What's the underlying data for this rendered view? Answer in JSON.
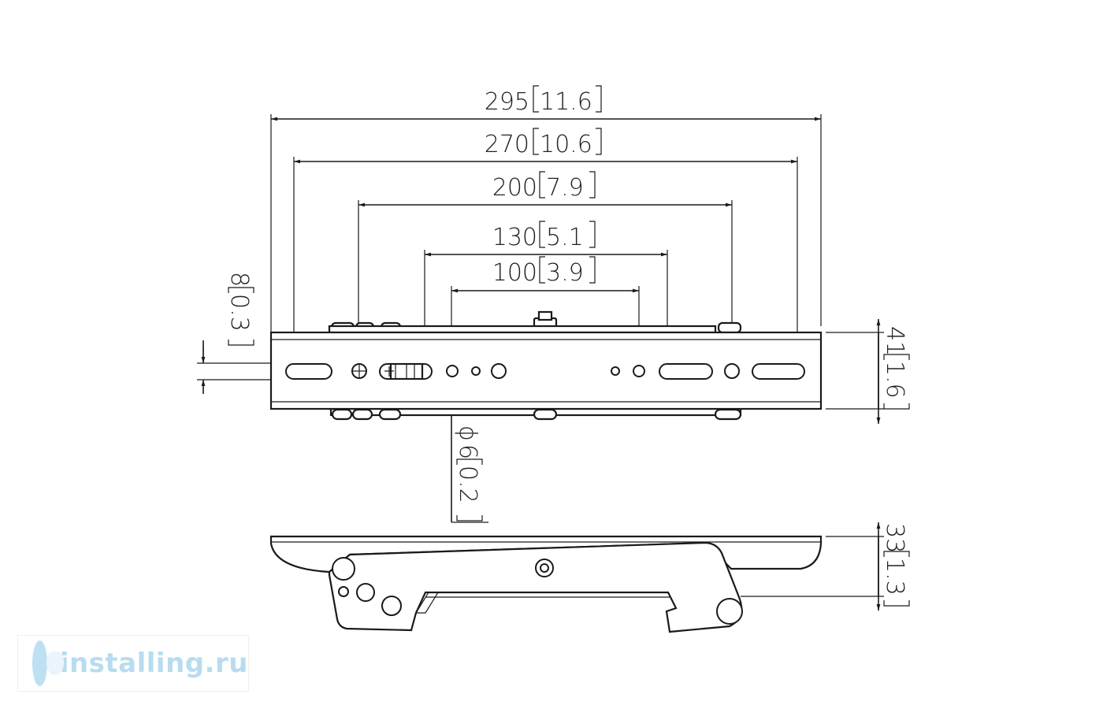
{
  "dimensions": {
    "d295": {
      "value": "295",
      "inch": "11.6"
    },
    "d270": {
      "value": "270",
      "inch": "10.6"
    },
    "d200": {
      "value": "200",
      "inch": "7.9"
    },
    "d130": {
      "value": "130",
      "inch": "5.1"
    },
    "d100": {
      "value": "100",
      "inch": "3.9"
    },
    "slot": {
      "value": "8",
      "inch": "0.3"
    },
    "height": {
      "value": "41",
      "inch": "1.6"
    },
    "hole": {
      "symbol": "ϕ",
      "value": "6",
      "inch": "0.2"
    },
    "depth": {
      "value": "33",
      "inch": "1.3"
    }
  },
  "watermark": {
    "text": "installing.ru",
    "logo_icon": "tree-logo-icon"
  }
}
